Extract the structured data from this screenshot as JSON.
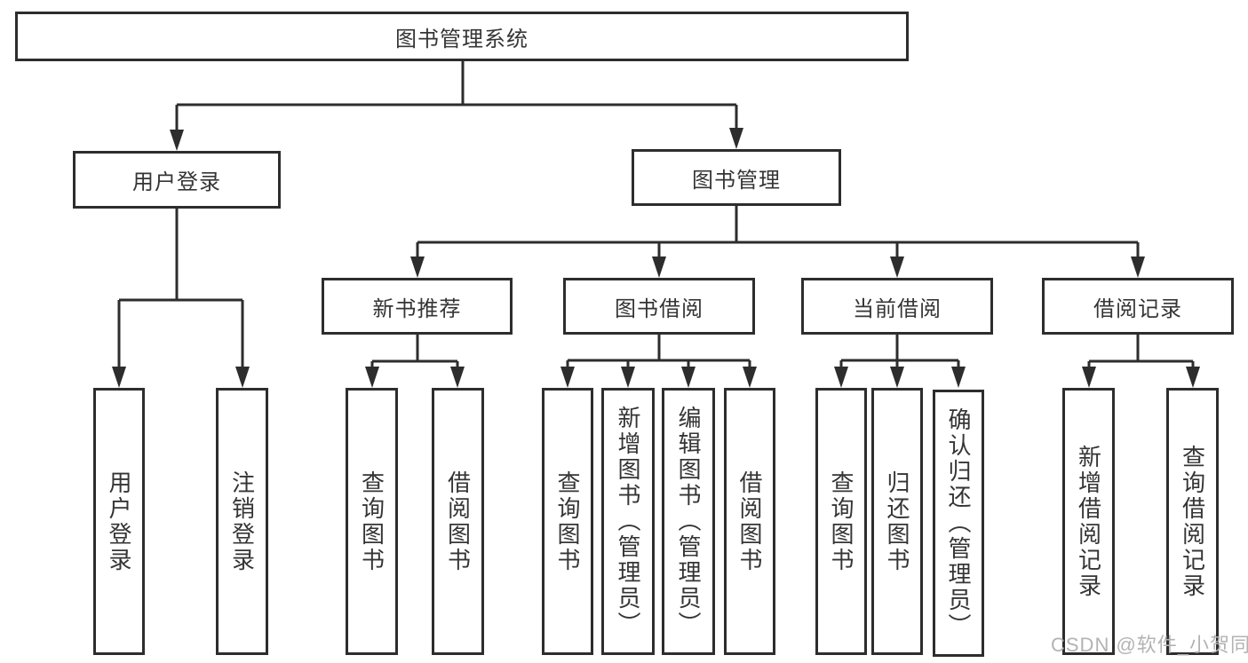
{
  "diagram_title": "图书管理系统",
  "watermark": "CSDN @软件_小贺同学",
  "colors": {
    "line": "#2d2d2d",
    "box_border": "#2d2d2d",
    "text": "#353535",
    "background": "#ffffff",
    "watermark": "#b3b3b3"
  },
  "tree": {
    "root": {
      "label": "图书管理系统"
    },
    "branches": [
      {
        "label": "用户登录",
        "children": [
          {
            "label": "用户登录"
          },
          {
            "label": "注销登录"
          }
        ]
      },
      {
        "label": "图书管理",
        "groups": [
          {
            "label": "新书推荐",
            "children": [
              {
                "label": "查询图书"
              },
              {
                "label": "借阅图书"
              }
            ]
          },
          {
            "label": "图书借阅",
            "children": [
              {
                "label": "查询图书"
              },
              {
                "label": "新增图书（管理员）"
              },
              {
                "label": "编辑图书（管理员）"
              },
              {
                "label": "借阅图书"
              }
            ]
          },
          {
            "label": "当前借阅",
            "children": [
              {
                "label": "查询图书"
              },
              {
                "label": "归还图书"
              },
              {
                "label": "确认归还（管理员）"
              }
            ]
          },
          {
            "label": "借阅记录",
            "children": [
              {
                "label": "新增借阅记录"
              },
              {
                "label": "查询借阅记录"
              }
            ]
          }
        ]
      }
    ]
  }
}
